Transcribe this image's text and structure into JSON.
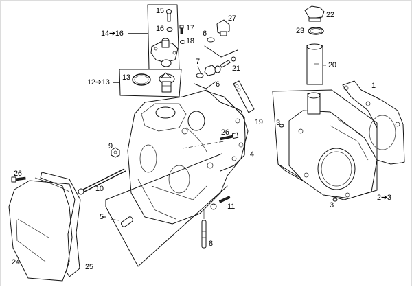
{
  "diagram": {
    "title": "Cylinder head and cylinder exploded view",
    "callouts": [
      {
        "id": "c1",
        "text": "1"
      },
      {
        "id": "c2-3",
        "text": "2➔3"
      },
      {
        "id": "c3a",
        "text": "3"
      },
      {
        "id": "c3b",
        "text": "3"
      },
      {
        "id": "c4",
        "text": "4"
      },
      {
        "id": "c5",
        "text": "5"
      },
      {
        "id": "c6a",
        "text": "6"
      },
      {
        "id": "c6b",
        "text": "6"
      },
      {
        "id": "c7",
        "text": "7"
      },
      {
        "id": "c8",
        "text": "8"
      },
      {
        "id": "c9",
        "text": "9"
      },
      {
        "id": "c10",
        "text": "10"
      },
      {
        "id": "c11",
        "text": "11"
      },
      {
        "id": "c12-13",
        "text": "12➔13"
      },
      {
        "id": "c13",
        "text": "13"
      },
      {
        "id": "c14-16",
        "text": "14➔16"
      },
      {
        "id": "c15",
        "text": "15"
      },
      {
        "id": "c16",
        "text": "16"
      },
      {
        "id": "c17",
        "text": "17"
      },
      {
        "id": "c18",
        "text": "18"
      },
      {
        "id": "c19",
        "text": "19"
      },
      {
        "id": "c20",
        "text": "20"
      },
      {
        "id": "c21",
        "text": "21"
      },
      {
        "id": "c22",
        "text": "22"
      },
      {
        "id": "c23",
        "text": "23"
      },
      {
        "id": "c24",
        "text": "24"
      },
      {
        "id": "c25",
        "text": "25"
      },
      {
        "id": "c26a",
        "text": "26"
      },
      {
        "id": "c26b",
        "text": "26"
      },
      {
        "id": "c27",
        "text": "27"
      }
    ]
  }
}
